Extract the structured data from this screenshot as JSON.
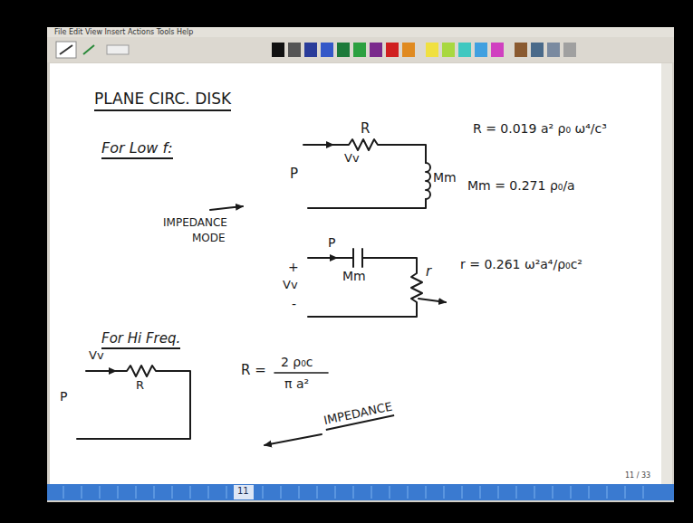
{
  "diagram": {
    "title": "PLANE CIRC. DISK",
    "labels": [
      "File Edit View Insert Actions Tools Help",
      "For Low f:",
      "R",
      "P",
      "Vv",
      "Mm",
      "R = 0.019 a² ρ₀ ω⁴/c³",
      "Mm = 0.271 ρ₀/a",
      "IMPEDANCE",
      "MODE",
      "P",
      "Mm",
      "r",
      "+",
      "Vv",
      "-",
      "r = 0.261 ω²a⁴/ρ₀c²",
      "For Hi Freq.",
      "Vv",
      "R",
      "P",
      "R =",
      "2 ρ₀c",
      "π a²",
      "IMPEDANCE",
      "11 / 33",
      "11"
    ]
  }
}
